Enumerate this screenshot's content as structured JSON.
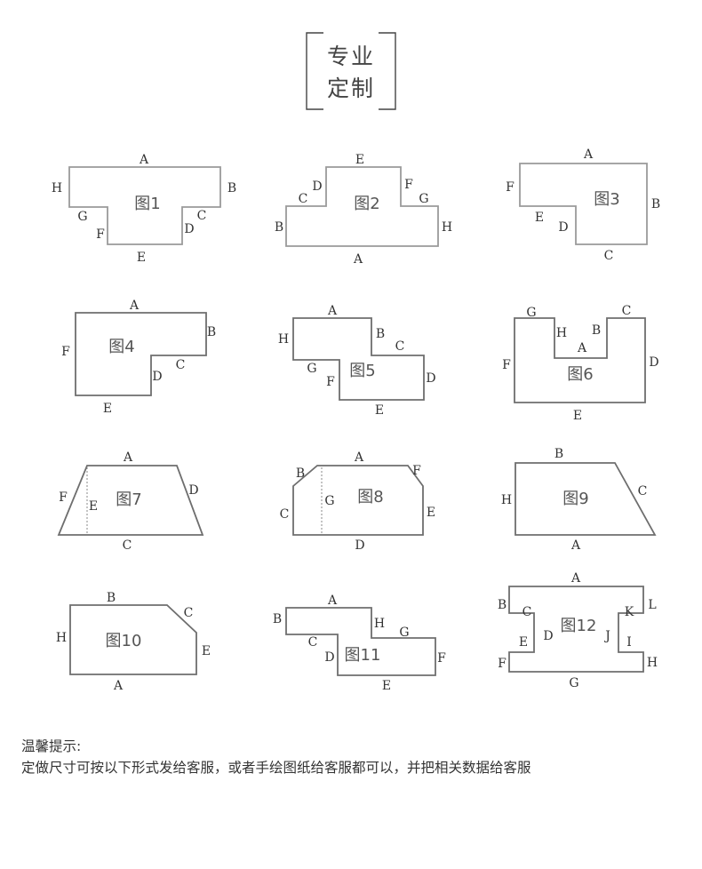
{
  "header": {
    "line1": "专业",
    "line2": "定制"
  },
  "tips": {
    "heading": "温馨提示:",
    "body": "定做尺寸可按以下形式发给客服，或者手绘图纸给客服都可以，并把相关数据给客服"
  },
  "diagrams": [
    {
      "name": "图1",
      "labels": [
        {
          "t": "A"
        },
        {
          "t": "B"
        },
        {
          "t": "C"
        },
        {
          "t": "D"
        },
        {
          "t": "E"
        },
        {
          "t": "F"
        },
        {
          "t": "G"
        },
        {
          "t": "H"
        }
      ]
    },
    {
      "name": "图2",
      "labels": [
        {
          "t": "A"
        },
        {
          "t": "B"
        },
        {
          "t": "C"
        },
        {
          "t": "D"
        },
        {
          "t": "E"
        },
        {
          "t": "F"
        },
        {
          "t": "G"
        },
        {
          "t": "H"
        }
      ]
    },
    {
      "name": "图3",
      "labels": [
        {
          "t": "A"
        },
        {
          "t": "B"
        },
        {
          "t": "C"
        },
        {
          "t": "D"
        },
        {
          "t": "E"
        },
        {
          "t": "F"
        }
      ]
    },
    {
      "name": "图4",
      "labels": [
        {
          "t": "A"
        },
        {
          "t": "B"
        },
        {
          "t": "C"
        },
        {
          "t": "D"
        },
        {
          "t": "E"
        },
        {
          "t": "F"
        }
      ]
    },
    {
      "name": "图5",
      "labels": [
        {
          "t": "A"
        },
        {
          "t": "B"
        },
        {
          "t": "C"
        },
        {
          "t": "D"
        },
        {
          "t": "E"
        },
        {
          "t": "F"
        },
        {
          "t": "G"
        },
        {
          "t": "H"
        }
      ]
    },
    {
      "name": "图6",
      "labels": [
        {
          "t": "A"
        },
        {
          "t": "B"
        },
        {
          "t": "C"
        },
        {
          "t": "D"
        },
        {
          "t": "E"
        },
        {
          "t": "F"
        },
        {
          "t": "G"
        },
        {
          "t": "H"
        }
      ]
    },
    {
      "name": "图7",
      "labels": [
        {
          "t": "A"
        },
        {
          "t": "C"
        },
        {
          "t": "D"
        },
        {
          "t": "E"
        },
        {
          "t": "F"
        }
      ]
    },
    {
      "name": "图8",
      "labels": [
        {
          "t": "A"
        },
        {
          "t": "B"
        },
        {
          "t": "C"
        },
        {
          "t": "D"
        },
        {
          "t": "E"
        },
        {
          "t": "F"
        },
        {
          "t": "G"
        }
      ]
    },
    {
      "name": "图9",
      "labels": [
        {
          "t": "A"
        },
        {
          "t": "B"
        },
        {
          "t": "C"
        },
        {
          "t": "H"
        }
      ]
    },
    {
      "name": "图10",
      "labels": [
        {
          "t": "A"
        },
        {
          "t": "B"
        },
        {
          "t": "C"
        },
        {
          "t": "E"
        },
        {
          "t": "H"
        }
      ]
    },
    {
      "name": "图11",
      "labels": [
        {
          "t": "A"
        },
        {
          "t": "B"
        },
        {
          "t": "C"
        },
        {
          "t": "D"
        },
        {
          "t": "E"
        },
        {
          "t": "F"
        },
        {
          "t": "G"
        },
        {
          "t": "H"
        }
      ]
    },
    {
      "name": "图12",
      "labels": [
        {
          "t": "A"
        },
        {
          "t": "B"
        },
        {
          "t": "C"
        },
        {
          "t": "D"
        },
        {
          "t": "E"
        },
        {
          "t": "F"
        },
        {
          "t": "G"
        },
        {
          "t": "H"
        },
        {
          "t": "I"
        },
        {
          "t": "J"
        },
        {
          "t": "K"
        },
        {
          "t": "L"
        }
      ]
    }
  ]
}
